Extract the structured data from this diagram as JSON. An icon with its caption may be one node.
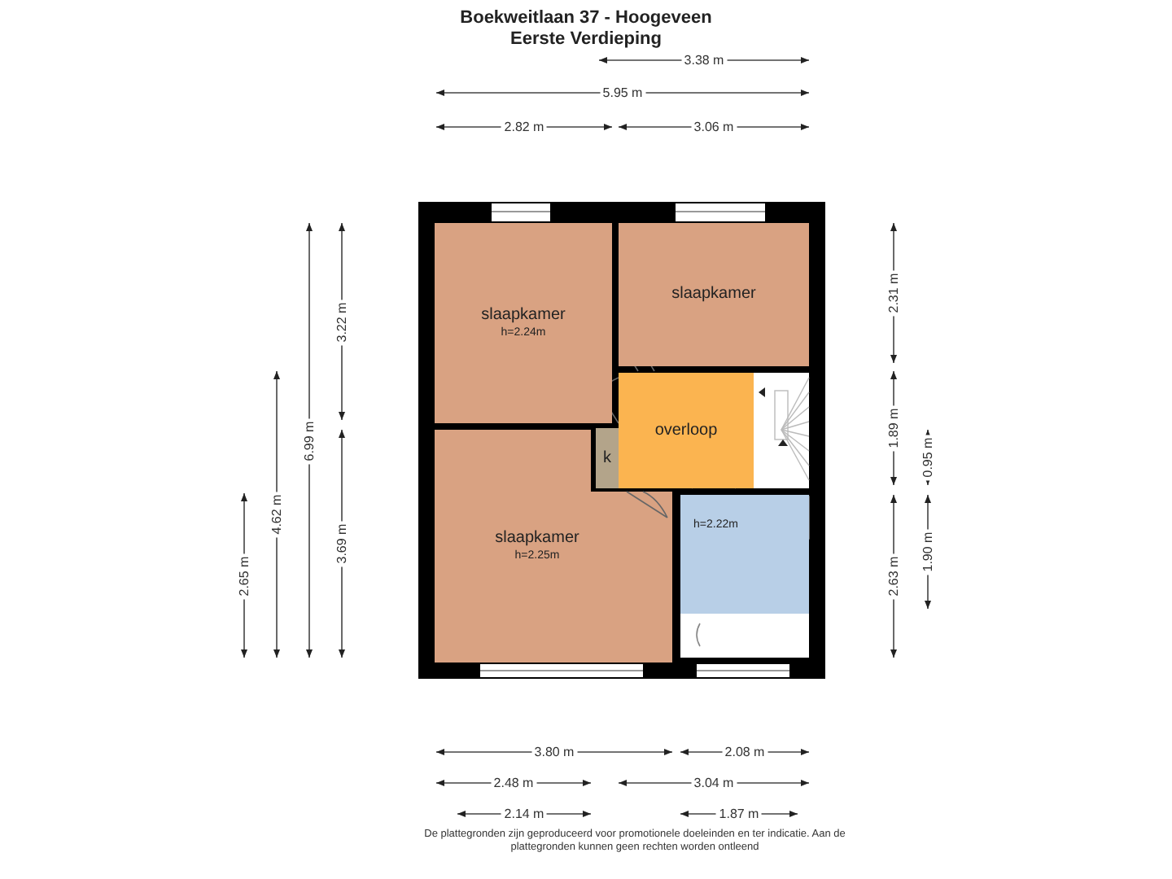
{
  "diagram": {
    "title": "Boekweitlaan 37 - Hoogeveen",
    "caption": "De plattegronden zijn geproduceerd voor promotionele doeleinden en ter indicatie. Aan de plattegronden kunnen geen rechten worden ontleend",
    "nodes": [
      {
        "text": [
          "slaapkamer",
          "h=2.24m"
        ]
      },
      {
        "text": [
          "slaapkamer"
        ]
      },
      {
        "text": [
          "overloop"
        ]
      },
      {
        "text": [
          "k"
        ]
      },
      {
        "text": [
          "slaapkamer",
          "h=2.25m"
        ]
      },
      {
        "text": [
          "h=2.22m"
        ]
      }
    ],
    "labels": [
      "Eerste Verdieping",
      "3.38 m",
      "5.95 m",
      "2.82 m",
      "3.06 m",
      "2.65 m",
      "4.62 m",
      "6.99 m",
      "3.22 m",
      "3.69 m",
      "2.31 m",
      "1.89 m",
      "2.63 m",
      "0.95 m",
      "1.90 m",
      "3.80 m",
      "2.08 m",
      "2.48 m",
      "3.04 m",
      "2.14 m",
      "1.87 m"
    ]
  }
}
